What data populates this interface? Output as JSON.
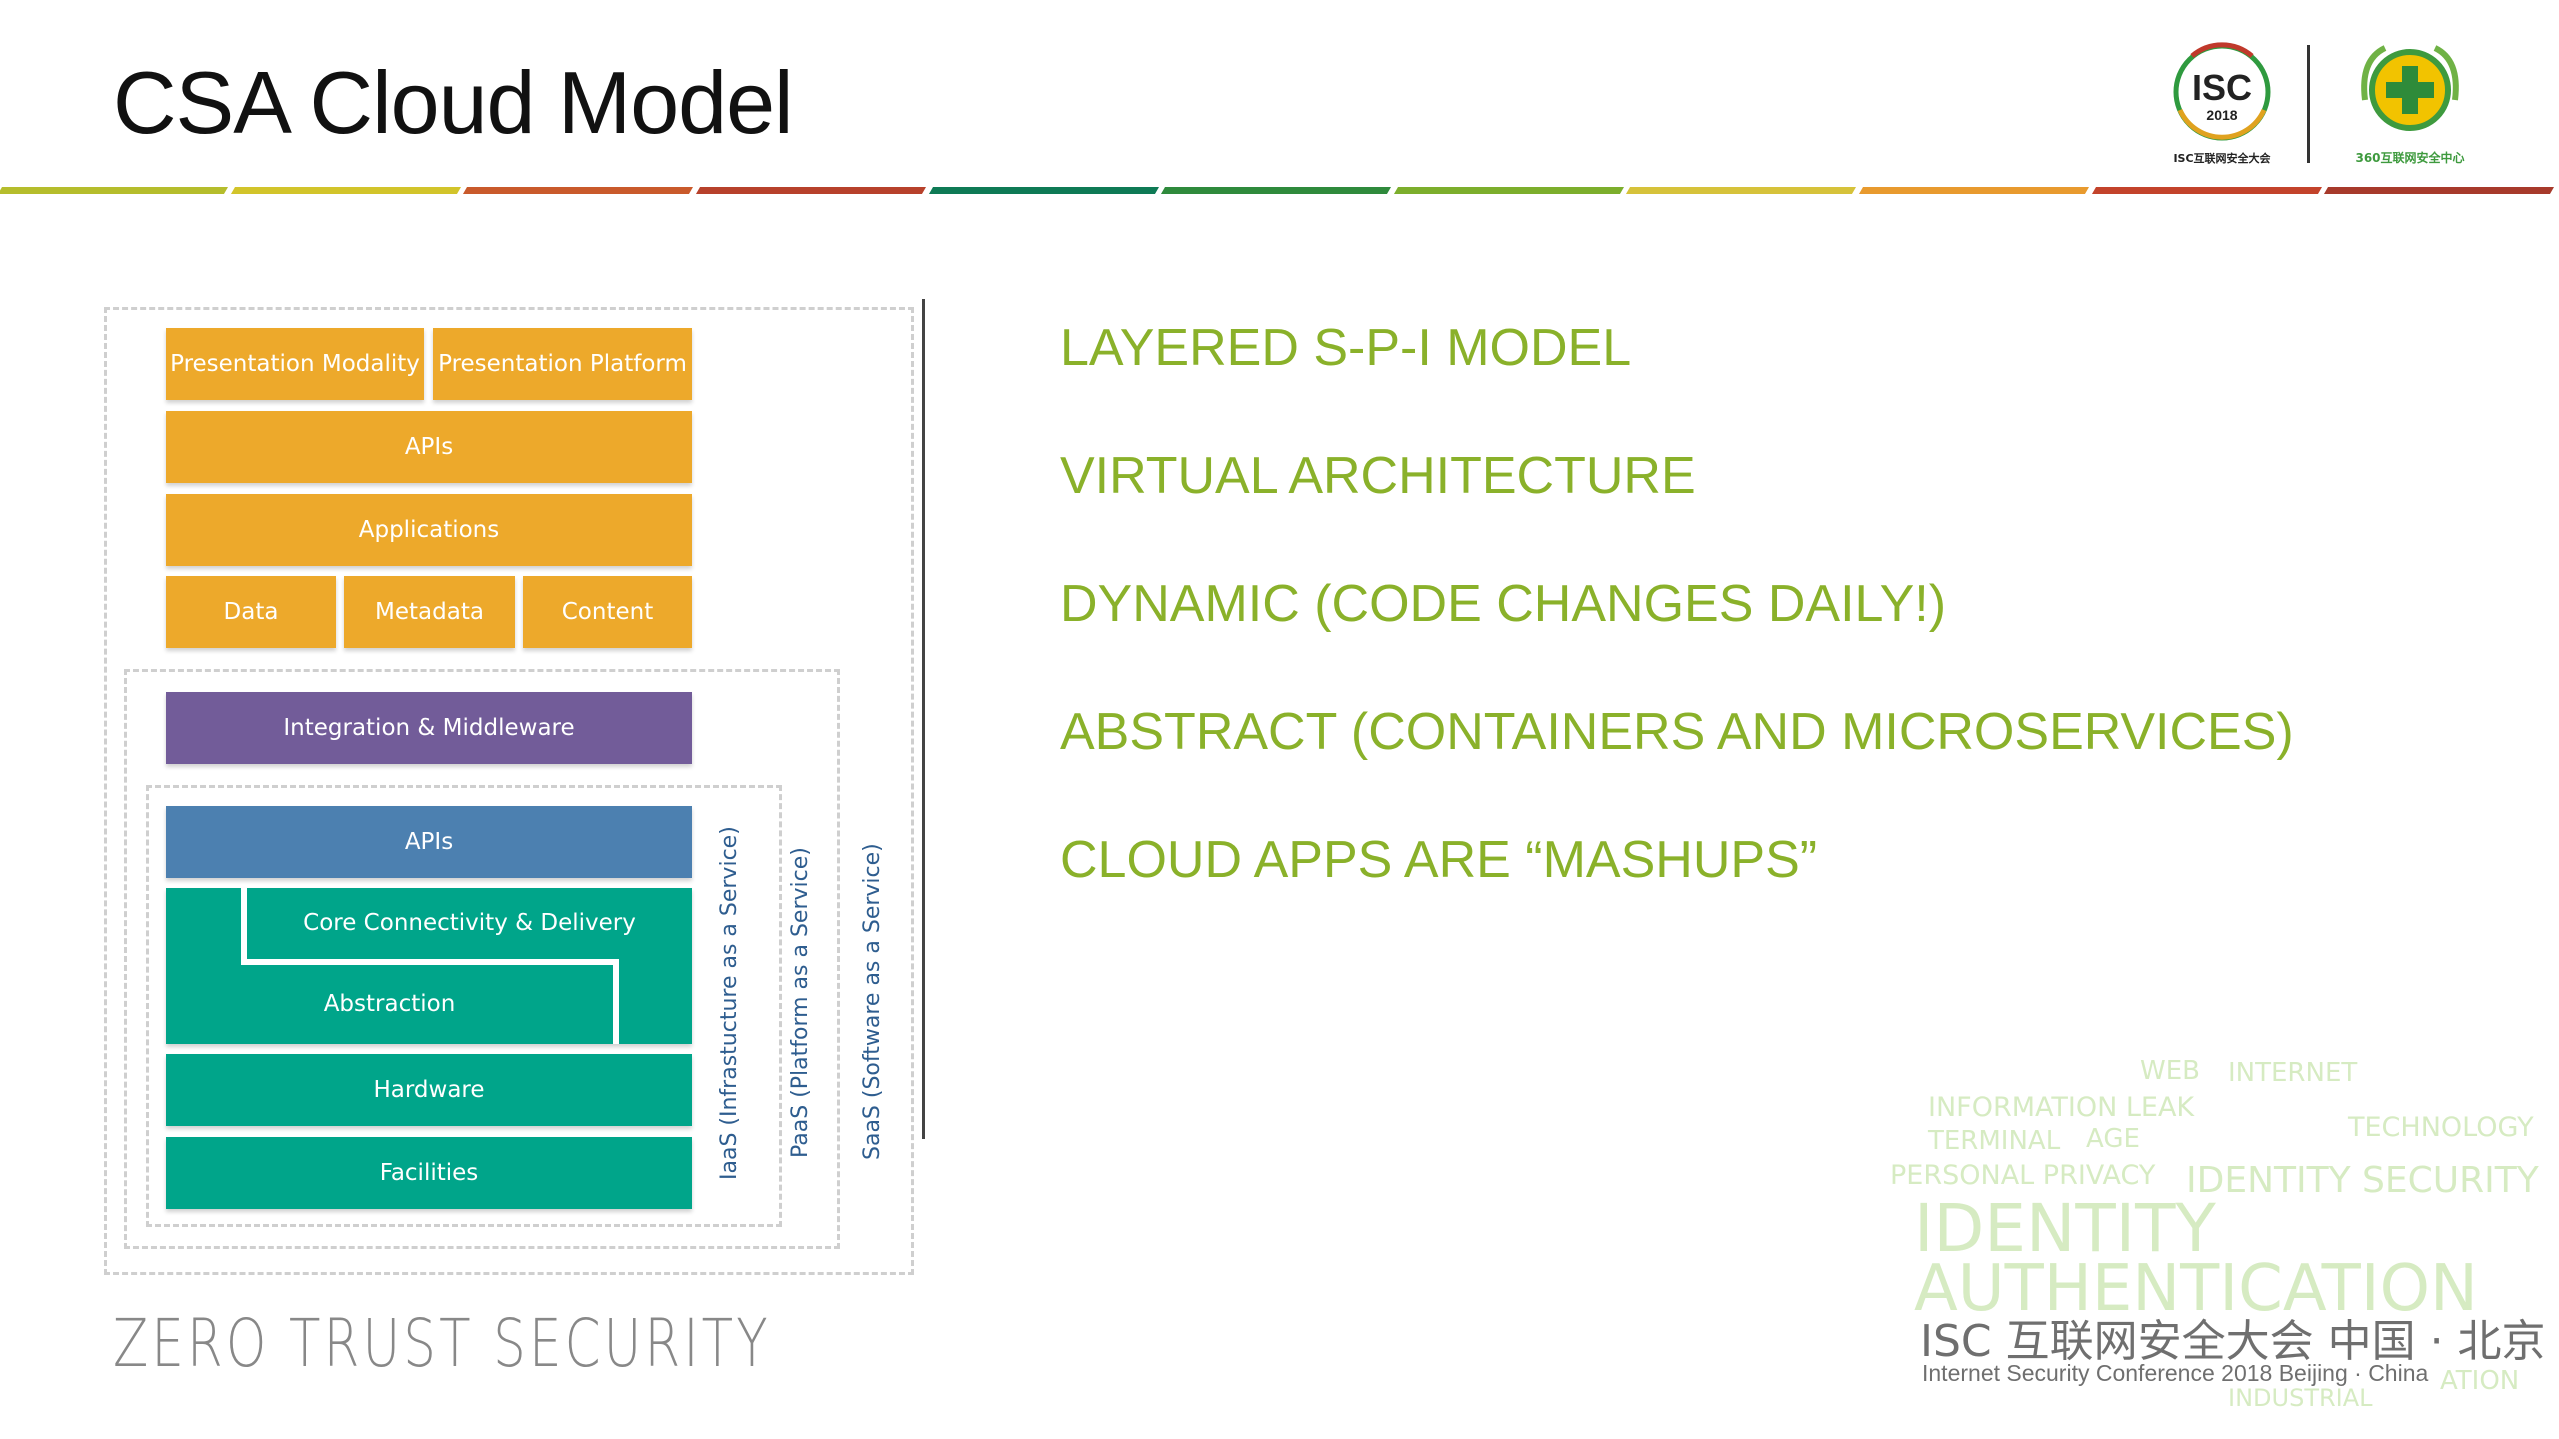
{
  "slide": {
    "title": "CSA Cloud Model",
    "footer_text": "ZERO TRUST SECURITY"
  },
  "logos": {
    "isc_text": "ISC",
    "isc_year": "2018",
    "isc_caption": "ISC互联网安全大会",
    "g360_caption": "360互联网安全中心"
  },
  "diagram": {
    "presentation_modality": "Presentation Modality",
    "presentation_platform": "Presentation Platform",
    "apis_top": "APIs",
    "applications": "Applications",
    "data": "Data",
    "metadata": "Metadata",
    "content": "Content",
    "integration_middleware": "Integration & Middleware",
    "apis_infra": "APIs",
    "core_connectivity": "Core Connectivity & Delivery",
    "abstraction": "Abstraction",
    "hardware": "Hardware",
    "facilities": "Facilities",
    "iaas_label": "IaaS (Infrastucture as a Service)",
    "paas_label": "PaaS (Platform as a Service)",
    "saas_label": "SaaS (Software as a Service)"
  },
  "bullets": [
    "LAYERED S-P-I MODEL",
    "VIRTUAL ARCHITECTURE",
    "DYNAMIC (CODE CHANGES DAILY!)",
    "ABSTRACT (CONTAINERS AND MICROSERVICES)",
    "CLOUD APPS ARE “MASHUPS”"
  ],
  "word_cloud": {
    "web": "WEB",
    "internet": "INTERNET",
    "information_leak": "INFORMATION LEAK",
    "terminal": "TERMINAL",
    "age": "AGE",
    "technology": "TECHNOLOGY",
    "personal_privacy": "PERSONAL PRIVACY",
    "identity_security": "IDENTITY SECURITY",
    "identity": "IDENTITY",
    "authentication": "AUTHENTICATION",
    "industrial": "INDUSTRIAL",
    "ation": "ATION"
  },
  "conference": {
    "name_cn": "ISC 互联网安全大会 中国 · 北京",
    "name_en": "Internet Security Conference 2018   Beijing · China"
  },
  "colors": {
    "accent_green": "#8ab12a",
    "orange": "#eda92b",
    "purple": "#725c99",
    "blue": "#4c80b0",
    "teal": "#00a58a",
    "rule_segments": [
      "#b5bd2c",
      "#d2c42a",
      "#c95a2b",
      "#b7412b",
      "#0e7a55",
      "#2f8a3c",
      "#7cae2c",
      "#d6c23a",
      "#e89a2e",
      "#c3432b",
      "#a73a2b"
    ]
  }
}
